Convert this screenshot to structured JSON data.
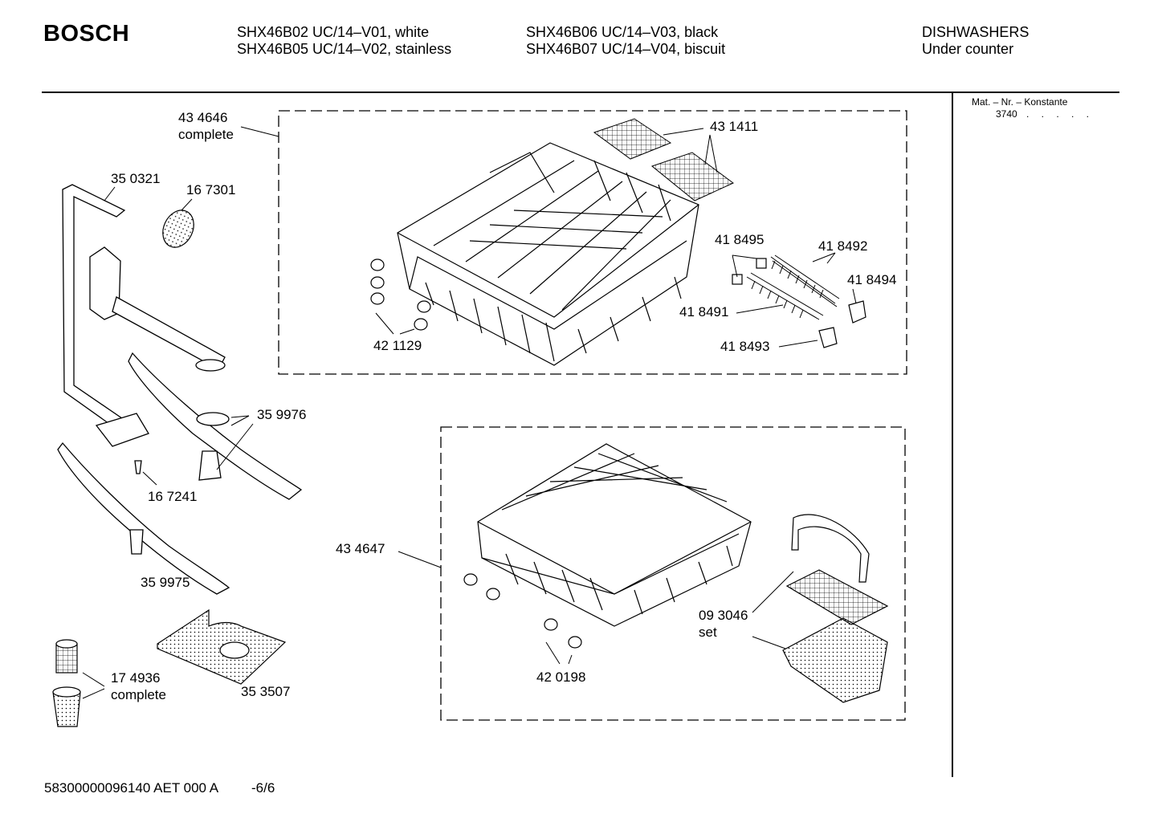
{
  "header": {
    "brand": "BOSCH",
    "models": [
      "SHX46B02  UC/14–V01, white",
      "SHX46B05  UC/14–V02, stainless",
      "SHX46B06  UC/14–V03, black",
      "SHX46B07  UC/14–V04, biscuit"
    ],
    "category": "DISHWASHERS",
    "subcategory": "Under counter"
  },
  "sidebar": {
    "title": "Mat. – Nr. – Konstante",
    "value": "3740",
    "dots": ". . . . ."
  },
  "parts": {
    "upper_rack_number": "43 4646",
    "upper_rack_suffix": "complete",
    "spray_pipe": "35 0321",
    "nozzle": "16 7301",
    "cutlery_tray": "43 1411",
    "clip_a": "41 8495",
    "rail_a": "41 8492",
    "rail_b": "41 8491",
    "stop_a": "41 8494",
    "stop_b": "41 8493",
    "rack_rollers": "42 1129",
    "upper_spray_arm": "35 9976",
    "screw": "16 7241",
    "lower_spray_arm": "35 9975",
    "lower_rack": "43 4647",
    "basket_number": "09 3046",
    "basket_suffix": "set",
    "lower_rollers": "42 0198",
    "filter_number": "17 4936",
    "filter_suffix": "complete",
    "sump_cover": "35 3507"
  },
  "footer": {
    "doc_id": "58300000096140 AET 000 A",
    "page": "-6/6"
  }
}
